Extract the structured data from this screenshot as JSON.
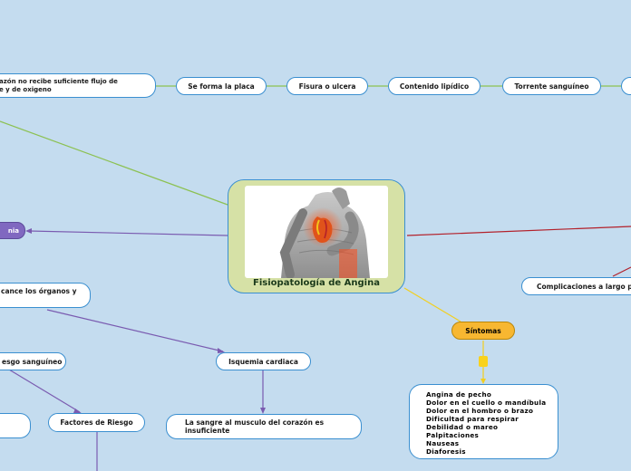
{
  "central": {
    "title": "Fisiopatología de Angina",
    "image": "chest-pain-heart-illustration"
  },
  "top_chain": [
    "azón no recibe suficiente flujo de\ne y de oxigeno",
    "Se forma la placa",
    "Fisura o ulcera",
    "Contenido lipídico",
    "Torrente sanguíneo"
  ],
  "left_purple": "nia",
  "left_nodes": {
    "alcance": "cance los órganos y",
    "riesgo": "esgo sanguíneo",
    "factores": "Factores de Riesgo"
  },
  "isquemia": "Isquemia cardiaca",
  "sangre": "La sangre al musculo del corazón es\ninsuficiente",
  "complicaciones": "Complicaciones a largo pla",
  "sintomas": {
    "label": "Síntomas",
    "items": [
      "Angina de pecho",
      "Dolor en el cuello o mandíbula",
      "Dolor en el hombro o brazo",
      "Dificultad para respirar",
      "Debilidad o mareo",
      "Palpitaciones",
      "Nauseas",
      "Diaforesis"
    ]
  },
  "colors": {
    "background": "#c4dcef",
    "green_edge": "#8cc152",
    "purple_edge": "#7a5bb0",
    "red_edge": "#b3202a",
    "yellow_edge": "#f2cf1f"
  }
}
